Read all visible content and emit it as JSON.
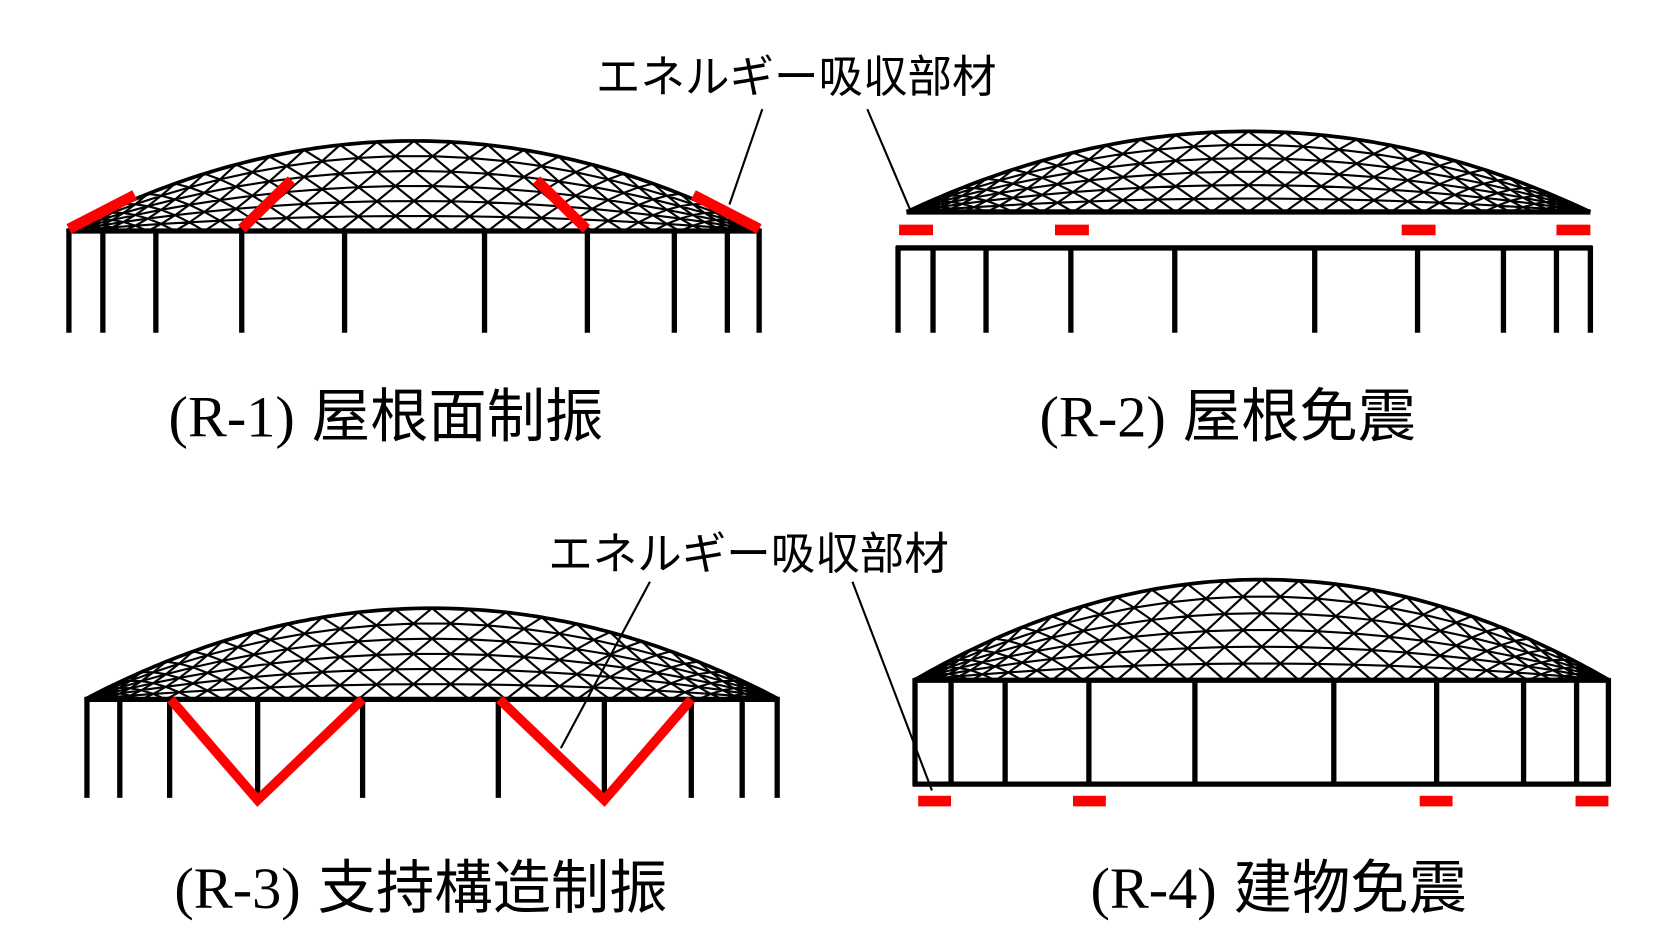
{
  "labels": {
    "absorber_top": "エネルギー吸収部材",
    "absorber_bottom": "エネルギー吸収部材"
  },
  "panels": [
    {
      "code": "(R-1)",
      "title": "屋根面制振"
    },
    {
      "code": "(R-2)",
      "title": "屋根免震"
    },
    {
      "code": "(R-3)",
      "title": "支持構造制振"
    },
    {
      "code": "(R-4)",
      "title": "建物免震"
    }
  ],
  "colors": {
    "structure": "#000000",
    "absorber": "#ff0000",
    "background": "#ffffff"
  }
}
